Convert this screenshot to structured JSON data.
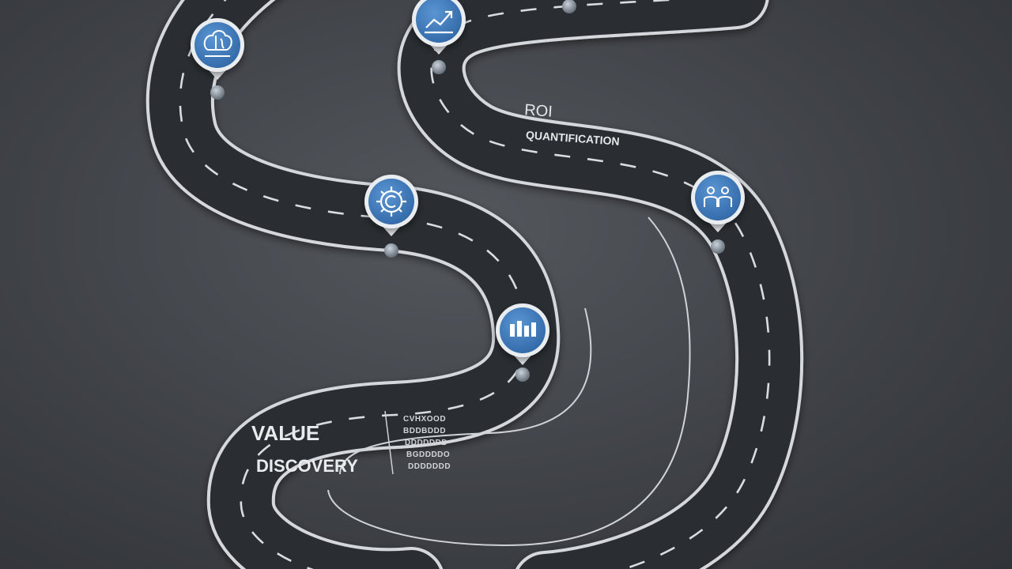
{
  "stages": {
    "value_discovery": {
      "line1": "VALUE",
      "line2": "DISCOVERY"
    },
    "roi_quantification": {
      "line1": "ROI",
      "line2": "QUANTIFICATION"
    }
  },
  "sub_items": [
    "CVHXOOD",
    "BDDBDDD",
    "DDDDDDD",
    "BGDDDDO",
    "DDDDDDD"
  ],
  "milestones": [
    {
      "name": "milestone-brain-icon",
      "badge_color": "#3f7cbf"
    },
    {
      "name": "milestone-growth-icon",
      "badge_color": "#3f7cbf"
    },
    {
      "name": "milestone-gear-icon",
      "badge_color": "#3f7cbf"
    },
    {
      "name": "milestone-team-icon",
      "badge_color": "#3f7cbf"
    },
    {
      "name": "milestone-chart-icon",
      "badge_color": "#3f7cbf"
    }
  ],
  "colors": {
    "background": "#44484d",
    "road": "#2b2e32",
    "road_edge": "#d4d8dc",
    "badge": "#3f7cbf"
  }
}
